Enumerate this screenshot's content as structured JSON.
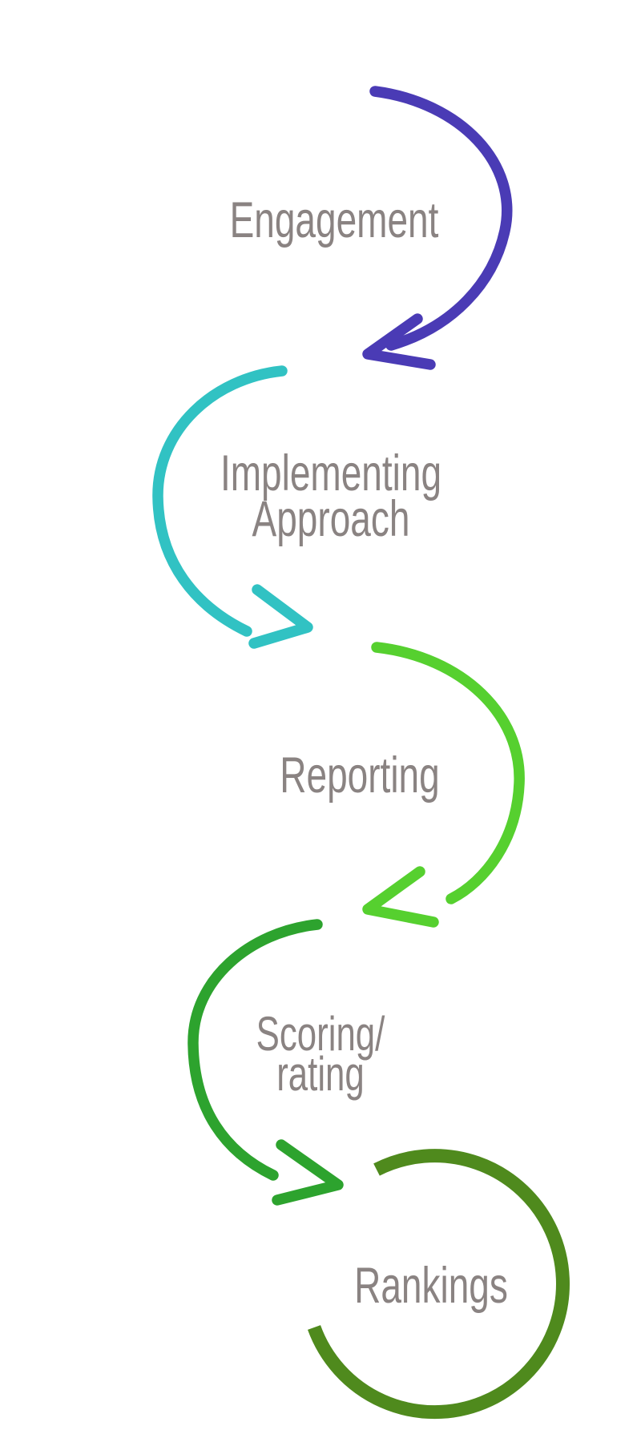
{
  "diagram": {
    "background_color": "#ffffff",
    "label_color": "#8a8382",
    "flow_direction": "top-to-bottom",
    "steps": [
      {
        "id": "engagement",
        "lines": [
          "Engagement"
        ],
        "arrow_color": "#4a3bb5",
        "arrow_shape": "c-curve-right-arrowhead-left"
      },
      {
        "id": "implementing-approach",
        "lines": [
          "Implementing",
          "Approach"
        ],
        "arrow_color": "#31c2c3",
        "arrow_shape": "c-curve-left-arrowhead-right"
      },
      {
        "id": "reporting",
        "lines": [
          "Reporting"
        ],
        "arrow_color": "#56d02f",
        "arrow_shape": "c-curve-right-arrowhead-left"
      },
      {
        "id": "scoring-rating",
        "lines": [
          "Scoring/",
          "rating"
        ],
        "arrow_color": "#2da32e",
        "arrow_shape": "c-curve-left-arrowhead-right"
      },
      {
        "id": "rankings",
        "lines": [
          "Rankings"
        ],
        "arrow_color": "#4f8a1d",
        "arrow_shape": "open-circle-no-arrowhead"
      }
    ]
  }
}
